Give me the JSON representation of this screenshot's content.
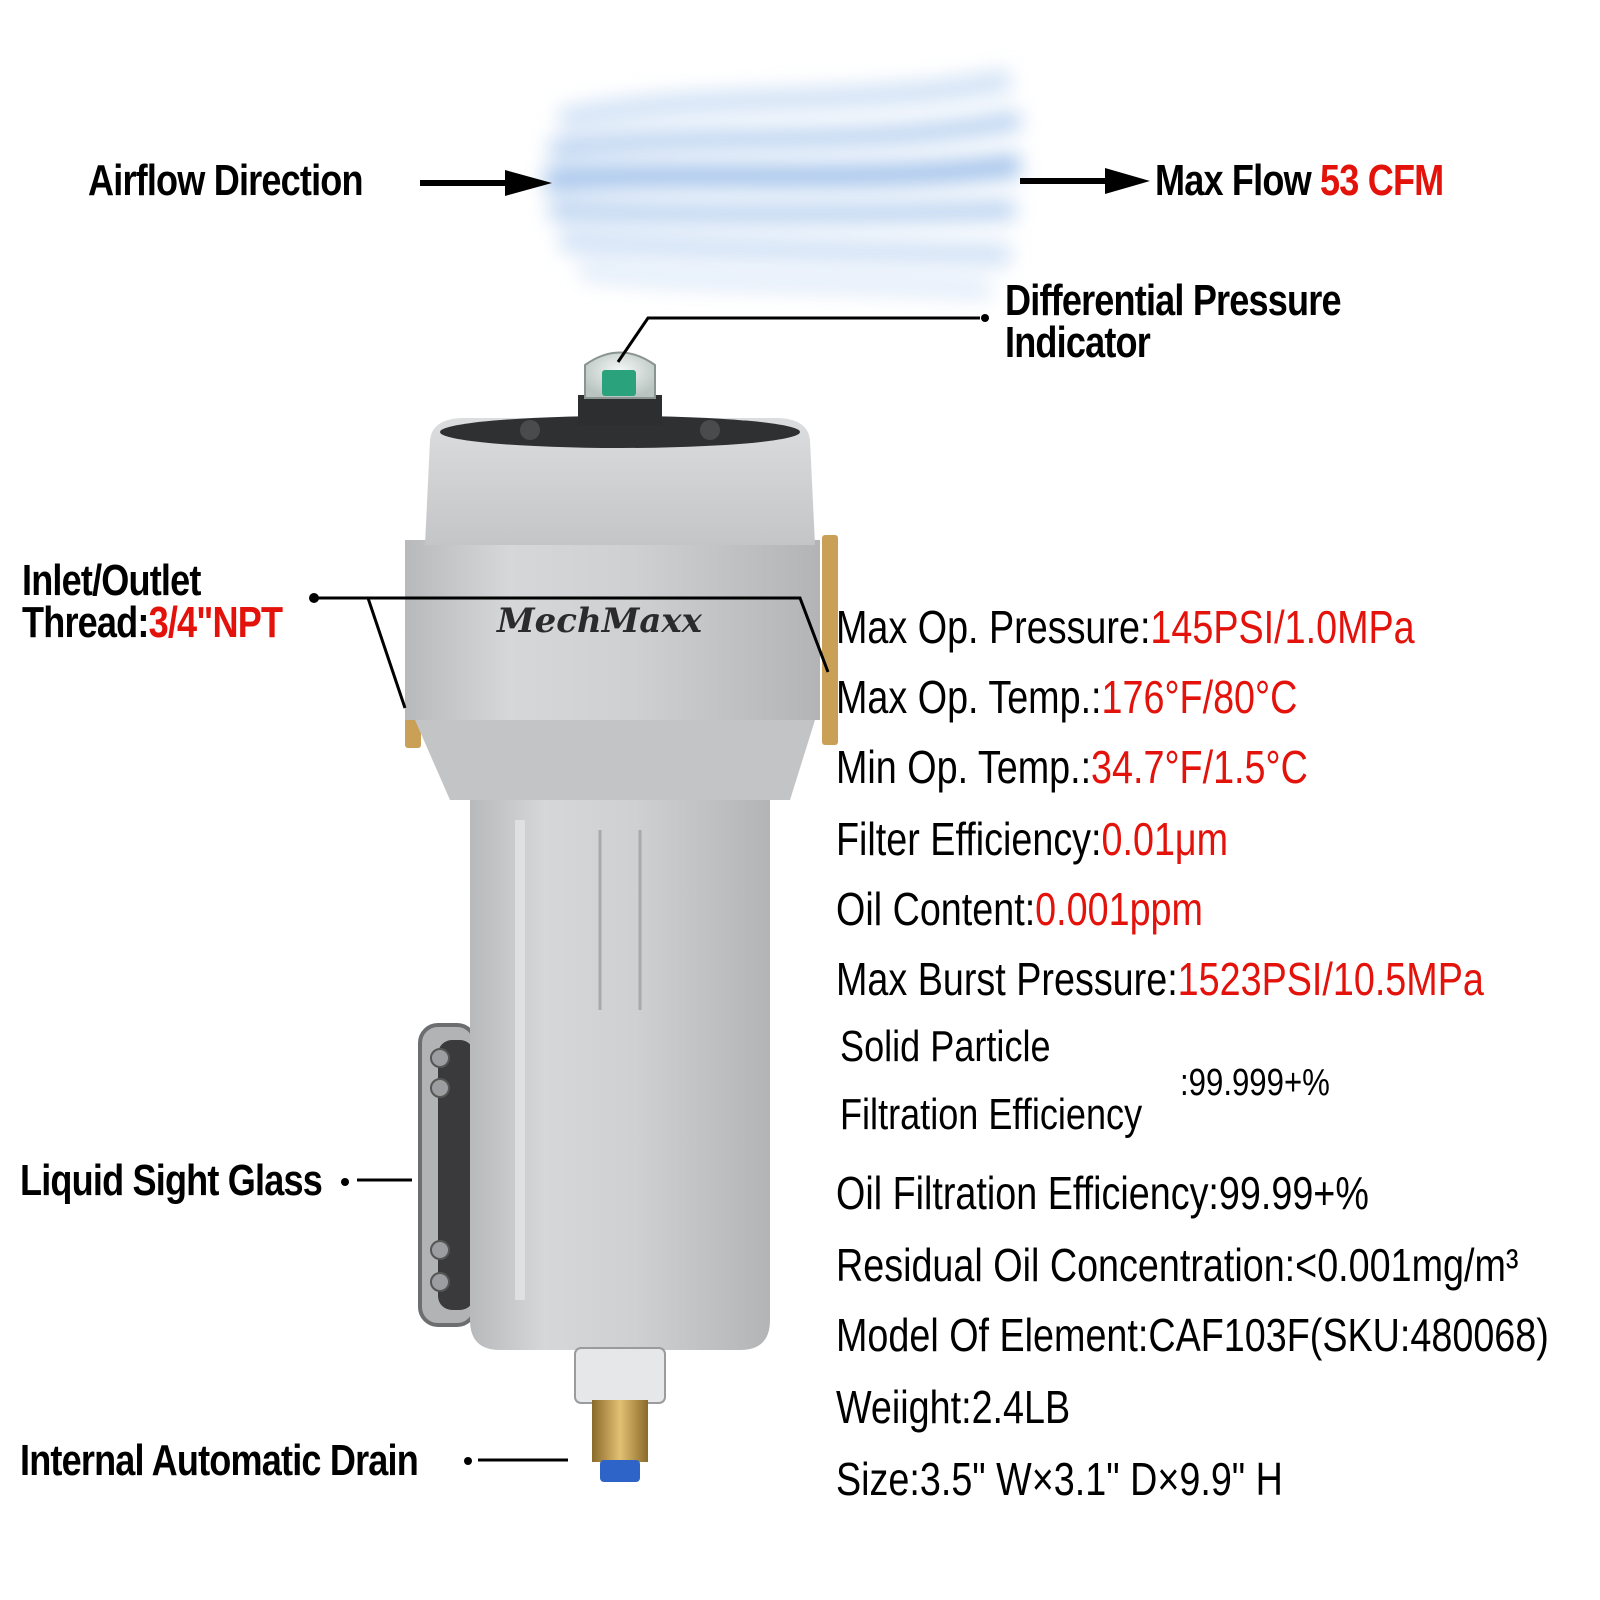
{
  "airflow": {
    "direction_label": "Airflow Direction",
    "max_flow_label": "Max Flow ",
    "max_flow_value": "53 CFM"
  },
  "callouts": {
    "dp_indicator_line1": "Differential Pressure",
    "dp_indicator_line2": "Indicator",
    "inlet_line1": "Inlet/Outlet",
    "inlet_line2_label": "Thread:",
    "inlet_line2_value": "3/4\"NPT",
    "sight_glass": "Liquid Sight Glass",
    "drain": "Internal Automatic Drain"
  },
  "brand": "MechMaxx",
  "specs": [
    {
      "label": "Max Op. Pressure:",
      "value": "145PSI/1.0MPa",
      "highlight": true
    },
    {
      "label": "Max Op. Temp.:",
      "value": "176°F/80°C",
      "highlight": true
    },
    {
      "label": "Min Op. Temp.:",
      "value": "34.7°F/1.5°C",
      "highlight": true
    },
    {
      "label": "Filter Efficiency:",
      "value": "0.01μm",
      "highlight": true
    },
    {
      "label": "Oil Content:",
      "value": "0.001ppm",
      "highlight": true
    },
    {
      "label": "Max Burst Pressure:",
      "value": "1523PSI/10.5MPa",
      "highlight": true
    }
  ],
  "solid_particle": {
    "line1": "Solid Particle",
    "line2": "Filtration Efficiency",
    "value": ":99.999+%"
  },
  "specs_more": [
    {
      "text": "Oil Filtration Efficiency:99.99+%"
    },
    {
      "text": "Residual Oil Concentration:<0.001mg/m³"
    },
    {
      "text": "Model Of Element:CAF103F(SKU:480068)"
    },
    {
      "text": "Weiight:2.4LB"
    },
    {
      "text": "Size:3.5\" W×3.1\" D×9.9\" H"
    }
  ],
  "colors": {
    "accent_red": "#e3120b",
    "body_gray": "#c9cacc",
    "airflow_blue": "#9fc3ec"
  }
}
